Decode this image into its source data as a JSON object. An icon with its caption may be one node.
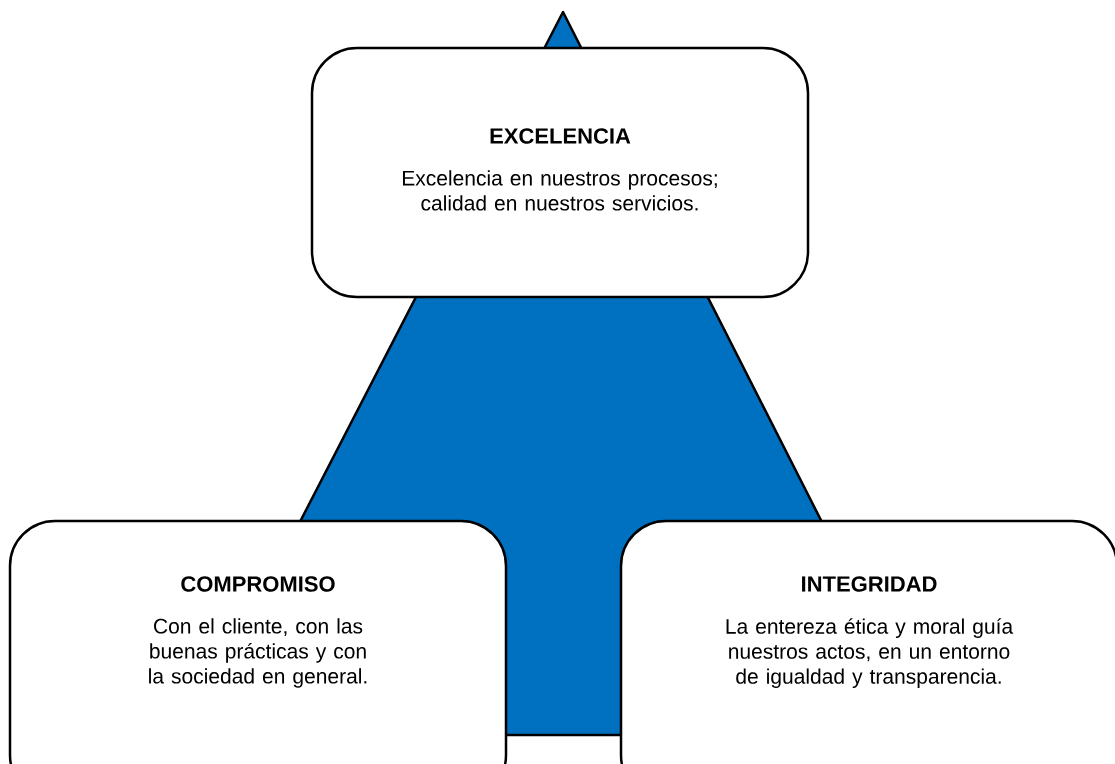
{
  "diagram": {
    "nodes": [
      {
        "text": [
          "EXCELENCIA",
          "Excelencia en nuestros procesos; calidad en nuestros servicios."
        ]
      },
      {
        "text": [
          "COMPROMISO",
          "Con el cliente, con las buenas prácticas y con la sociedad en general."
        ]
      },
      {
        "text": [
          "INTEGRIDAD",
          "La entereza ética y moral guía nuestros actos, en un entorno de igualdad y transparencia."
        ]
      }
    ]
  }
}
